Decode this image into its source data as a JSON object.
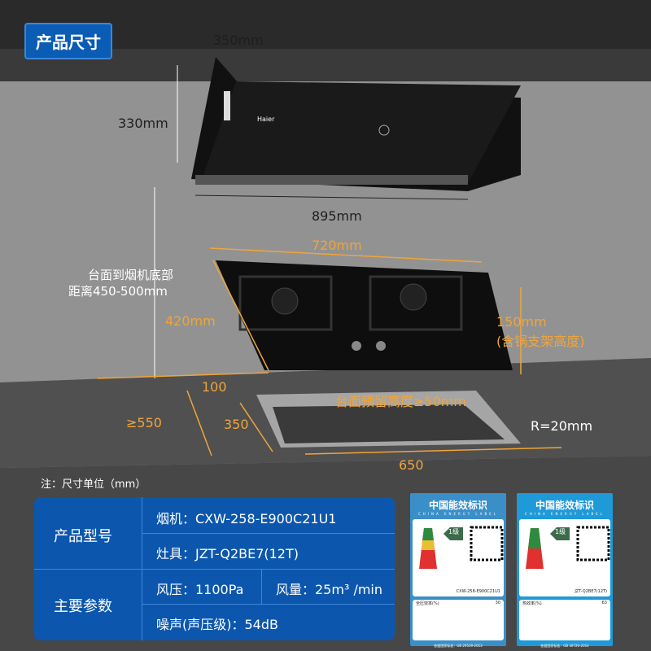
{
  "badge": "产品尺寸",
  "hood": {
    "depth": "350mm",
    "height": "330mm",
    "width": "895mm",
    "brand": "Haier"
  },
  "gap": {
    "line1": "台面到烟机底部",
    "line2": "距离450-500mm"
  },
  "hob": {
    "width": "720mm",
    "depth": "420mm",
    "height": "150mm",
    "height_note": "(含锅支架高度)"
  },
  "cutout": {
    "front": "100",
    "depth": "350",
    "counter": "≥550",
    "reserve": "台面预留高度≥50mm",
    "radius": "R=20mm",
    "width": "650"
  },
  "note": "注：尺寸单位（mm）",
  "spec": {
    "model_label": "产品型号",
    "hood_model": "烟机：CXW-258-E900C21U1",
    "hob_model": "灶具：JZT-Q2BE7(12T)",
    "params_label": "主要参数",
    "pressure": "风压：1100Pa",
    "airflow": "风量：25m³ /min",
    "noise": "噪声(声压级)：54dB"
  },
  "labels": [
    {
      "title": "中国能效标识",
      "subtitle": "CHINA ENERGY LABEL",
      "grade": "1级",
      "model": "CXW-258-E900C21U1",
      "main": "全压效率(%)",
      "main_value": "30",
      "standard": "依据国家标准：GB 29539-2013",
      "color": "#3a8fc9"
    },
    {
      "title": "中国能效标识",
      "subtitle": "CHINA ENERGY LABEL",
      "grade": "1级",
      "model": "JZT-Q2BE7(12T)",
      "main": "热效率(%)",
      "main_value": "63",
      "standard": "依据国家标准：GB 30720-2014",
      "color": "#1e9ad8"
    }
  ],
  "colors": {
    "accent": "#0c57ad",
    "dimension": "#f0a53a"
  }
}
